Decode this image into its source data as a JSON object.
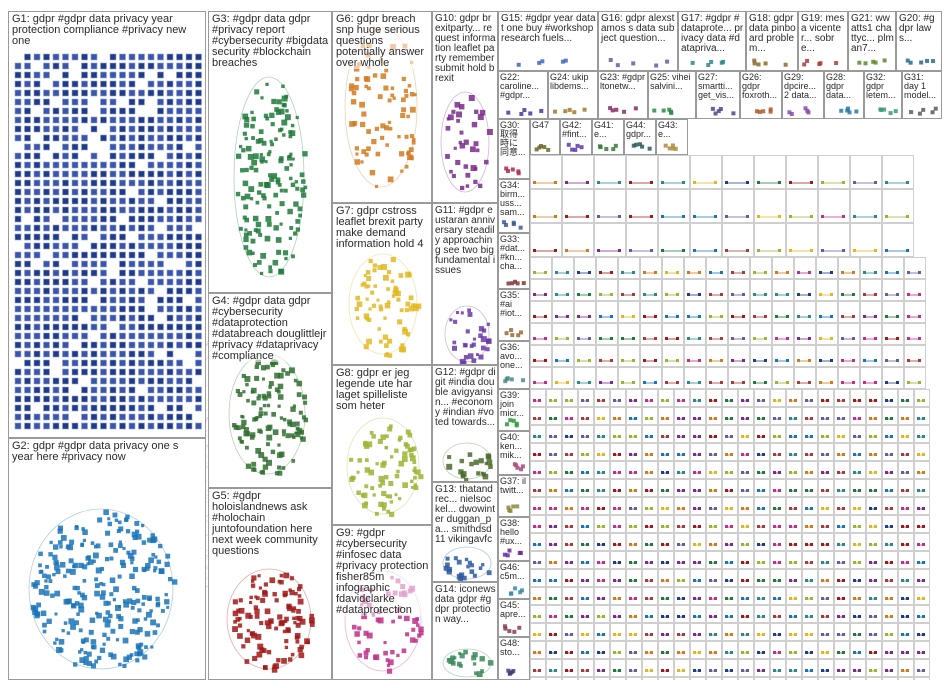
{
  "groups": [
    {
      "id": "G1",
      "label": "G1: gdpr #gdpr data privacy year\nprotection compliance #privacy new\none",
      "color": "#1f3b8a"
    },
    {
      "id": "G2",
      "label": "G2: gdpr #gdpr data privacy one s\nyear here #privacy now",
      "color": "#1a74b8"
    },
    {
      "id": "G3",
      "label": "G3: #gdpr data gdpr\n#privacy report\n#cybersecurity #bigdata\nsecurity #blockchain\nbreaches",
      "color": "#1e7a3a"
    },
    {
      "id": "G4",
      "label": "G4: #gdpr data gdpr\n#cybersecurity\n#dataprotection\n#databreach douglittlejr\n#privacy #dataprivacy\n#compliance",
      "color": "#2f6f2f"
    },
    {
      "id": "G5",
      "label": "G5: #gdpr\nholoislandnews ask\n#holochain\njuntofoundation here\nnext week community\nquestions",
      "color": "#a01818"
    },
    {
      "id": "G6",
      "label": "G6: gdpr breach\nsnp huge serious\nquestions\npotentially answer\nover whole",
      "color": "#d27a1e"
    },
    {
      "id": "G7",
      "label": "G7: gdpr cstross\nleaflet brexit party\nmake demand\ninformation hold 4",
      "color": "#e2b820"
    },
    {
      "id": "G8",
      "label": "G8: gdpr er jeg\nlegende ute har\nlaget spilleliste\nsom heter",
      "color": "#9ab532"
    },
    {
      "id": "G9",
      "label": "G9: #gdpr\n#cybersecurity\n#infosec data\n#privacy protection\nfisher85m\ninfographic\nfdavidclarke\n#dataprotection",
      "color": "#c0308a"
    },
    {
      "id": "G10",
      "label": "G10: gdpr\nbrexitparty...\nrequest\ninformation\nleaflet party\nremember\nsubmit hold\nbrexit",
      "color": "#7a2a8a"
    },
    {
      "id": "G11",
      "label": "G11: #gdpr\neustaran\nanniversary\nsteadily\napproaching\nsee two big\nfundamental\nissues",
      "color": "#6a3aa6"
    },
    {
      "id": "G12",
      "label": "G12: #gdpr\ndigit #india\ndouble\navigyansin...\n#economy\n#indian\n#voted\ntowards...",
      "color": "#4a6a2a"
    },
    {
      "id": "G13",
      "label": "G13:\nthatandrec...\nnielsockel...\ndwowinter\nduggan_pa...\nsmithdsd11\nvikingavfc",
      "color": "#2a5aa0"
    },
    {
      "id": "G14",
      "label": "G14:\niconews\ndata gdpr\n#gdpr\nprotection\nway...",
      "color": "#3a8a5a"
    },
    {
      "id": "G15",
      "label": "G15: #gdpr year\ndata t one buy\n#workshop\nresearch fuels...",
      "color": "#3a6ac0"
    },
    {
      "id": "G16",
      "label": "G16: gdpr\nalexstamos s\ndata subject\nquestion...",
      "color": "#6a5aa0"
    },
    {
      "id": "G17",
      "label": "G17: #gdpr\n#dataprote...\nprivacy data\n#dataprivа...",
      "color": "#2a8a8a"
    },
    {
      "id": "G18",
      "label": "G18: gdpr\ndata\npinboard\nproblem...",
      "color": "#8a6a2a"
    },
    {
      "id": "G19",
      "label": "G19:\nmesa\nvicenter...\nsobre...",
      "color": "#aa3a3a"
    },
    {
      "id": "G20",
      "label": "G20:\n#gdpr\nlaws...",
      "color": "#2a6a8a"
    },
    {
      "id": "G21",
      "label": "G21:\nwwatts1\nchattyc...\nplman7...",
      "color": "#5a8a2a"
    },
    {
      "id": "G22",
      "label": "G22:\ncaroline...\n#gdpr...",
      "color": "#3a3aa0"
    },
    {
      "id": "G23",
      "label": "G23:\n#gdpr\nltonetw...",
      "color": "#8a2a6a"
    },
    {
      "id": "G24",
      "label": "G24:\nukip\nlibdems...",
      "color": "#a07a2a"
    },
    {
      "id": "G25",
      "label": "G25:\nvihei\nsalvini...",
      "color": "#2a8a4a"
    },
    {
      "id": "G26",
      "label": "G26:\ngdpr\nfoxroth...",
      "color": "#aa5a2a"
    },
    {
      "id": "G27",
      "label": "G27:\nsmartti...\nget_vis...",
      "color": "#4a4a8a"
    },
    {
      "id": "G28",
      "label": "G28:\ngdpr\ndata...",
      "color": "#2a7aaa"
    },
    {
      "id": "G29",
      "label": "G29:\ndpcire...\n2 data...",
      "color": "#8a4aaa"
    },
    {
      "id": "G30",
      "label": "G30:\n取得\n時に\n同意...",
      "color": "#aa2a4a"
    },
    {
      "id": "G31",
      "label": "G31:\nday 1\nmodel...",
      "color": "#5a5a5a"
    },
    {
      "id": "G32",
      "label": "G32:\ngdpr\nletem...",
      "color": "#3a9a7a"
    },
    {
      "id": "G33",
      "label": "G33:\n#dat...\n#kn...\ncha...",
      "color": "#7a3a3a"
    },
    {
      "id": "G34",
      "label": "G34:\nbirm...\nuss...\nsam...",
      "color": "#3a5a9a"
    },
    {
      "id": "G35",
      "label": "G35:\n#ai\n#iot...",
      "color": "#9a6a3a"
    },
    {
      "id": "G36",
      "label": "G36:\navo...\none...",
      "color": "#4a8a8a"
    },
    {
      "id": "G37",
      "label": "G37:\nil\ntwitt...",
      "color": "#8a8a3a"
    },
    {
      "id": "G38",
      "label": "G38:\nhello\n#ux...",
      "color": "#6a2a9a"
    },
    {
      "id": "G39",
      "label": "G39:\njoin\nmicr...",
      "color": "#2a9a3a"
    },
    {
      "id": "G40",
      "label": "G40:\nken...\nmik...",
      "color": "#aa4a7a"
    },
    {
      "id": "G41",
      "label": "G41:\ne...",
      "color": "#3a7a3a"
    },
    {
      "id": "G42",
      "label": "G42:\n#fint...",
      "color": "#5a3aaa"
    },
    {
      "id": "G43",
      "label": "G43:\ne...",
      "color": "#aa8a3a"
    },
    {
      "id": "G44",
      "label": "G44:\ngdpr...",
      "color": "#2a5a5a"
    },
    {
      "id": "G45",
      "label": "G45:\napre...",
      "color": "#8a3a5a"
    },
    {
      "id": "G46",
      "label": "G46:\nc5m...",
      "color": "#3a8aaa"
    },
    {
      "id": "G47",
      "label": "G47",
      "color": "#6a6a2a"
    },
    {
      "id": "G48",
      "label": "G48:\nsto...",
      "color": "#4a3a7a"
    }
  ]
}
